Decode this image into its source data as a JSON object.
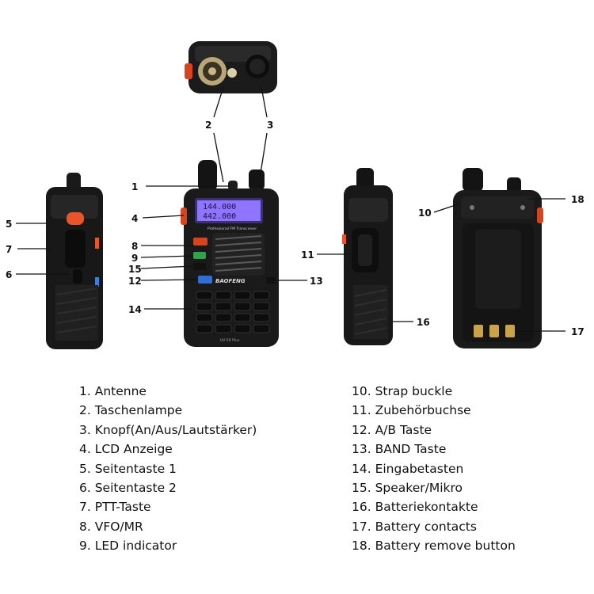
{
  "screen": {
    "lcd_line1": "144.000",
    "lcd_line2": "442.000",
    "front_label": "Professional FM Transceiver",
    "brand": "BAOFENG",
    "model": "UV-5R Plus"
  },
  "callouts": [
    "1",
    "2",
    "3",
    "4",
    "5",
    "6",
    "7",
    "8",
    "9",
    "10",
    "11",
    "12",
    "13",
    "14",
    "15",
    "16",
    "17",
    "18"
  ],
  "legend": {
    "left": [
      "1. Antenne",
      "2. Taschenlampe",
      "3. Knopf(An/Aus/Lautstärker)",
      "4. LCD Anzeige",
      "5. Seitentaste 1",
      "6. Seitentaste 2",
      "7. PTT-Taste",
      "8. VFO/MR",
      "9. LED indicator"
    ],
    "right": [
      "10. Strap buckle",
      "11. Zubehörbuchse",
      "12. A/B Taste",
      "13. BAND Taste",
      "14. Eingabetasten",
      "15. Speaker/Mikro",
      "16. Batteriekontakte",
      "17. Battery contacts",
      "18. Battery remove button"
    ]
  }
}
